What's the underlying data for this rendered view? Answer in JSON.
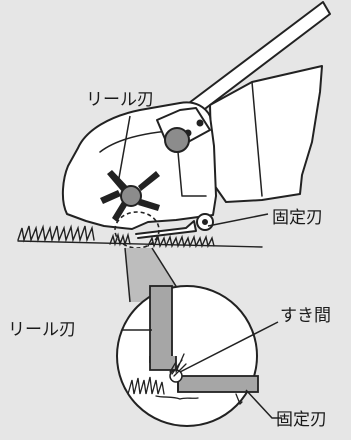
{
  "labels": {
    "reel_blade_top": "リール刃",
    "fixed_blade_right": "固定刃",
    "reel_blade_detail": "リール刃",
    "gap_detail": "すき間",
    "fixed_blade_detail": "固定刃"
  }
}
